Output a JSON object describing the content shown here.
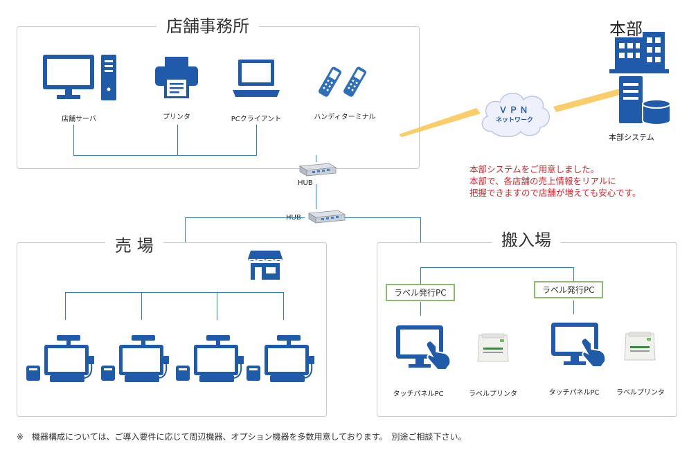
{
  "office": {
    "title": "店舗事務所",
    "server_label": "店舗サーバ",
    "printer_label": "プリンタ",
    "pc_client_label": "PCクライアント",
    "handy_label": "ハンディターミナル"
  },
  "hub1_label": "HUB",
  "hub2_label": "HUB",
  "vpn": {
    "line1": "ＶＰＮ",
    "line2": "ネットワーク"
  },
  "hq": {
    "title": "本部",
    "system_label": "本部システム"
  },
  "message": {
    "line1": "本部システムをご用意しました。",
    "line2": "本部で、各店舗の売上情報をリアルに",
    "line3": "把握できますので店舗が増えても安心です。"
  },
  "sales": {
    "title": "売 場"
  },
  "receiving": {
    "title": "搬入場",
    "label_pc_1": "ラベル発行PC",
    "label_pc_2": "ラベル発行PC",
    "touch_pc_1": "タッチパネルPC",
    "label_printer_1": "ラベルプリンタ",
    "touch_pc_2": "タッチパネルPC",
    "label_printer_2": "ラベルプリンタ"
  },
  "footnote": "※　機器構成については、ご導入要件に応じて周辺機器、オプション機器を多数用意しております。　別途ご相談下さい。",
  "colors": {
    "icon_blue": "#1f5ba8",
    "wire_blue": "#2f7ec2",
    "message_red": "#d6262d",
    "label_border_green": "#8cba6a",
    "vpn_link_yellow": "#f8c85a"
  }
}
